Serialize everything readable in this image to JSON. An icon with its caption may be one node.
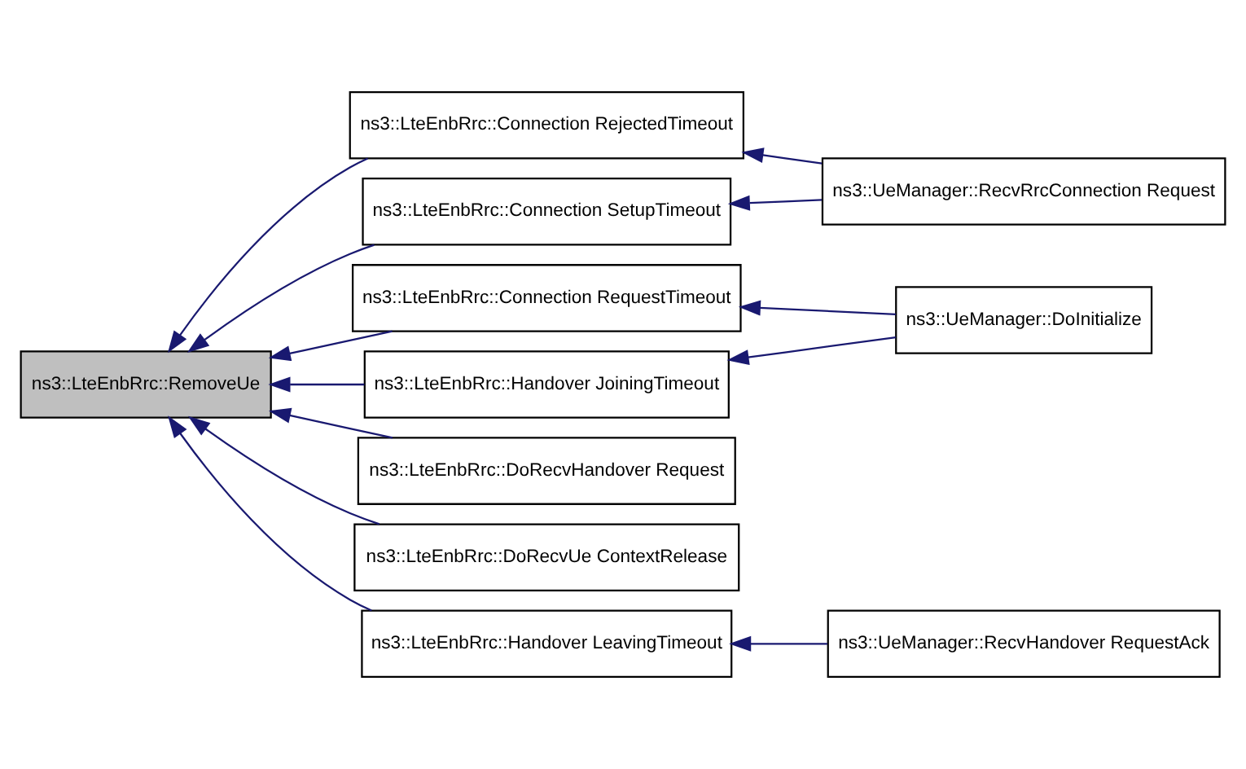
{
  "diagram": {
    "nodes": [
      {
        "text": [
          "ns3::LteEnbRrc::RemoveUe"
        ]
      },
      {
        "text": [
          "ns3::LteEnbRrc::Connection RejectedTimeout"
        ]
      },
      {
        "text": [
          "ns3::LteEnbRrc::Connection SetupTimeout"
        ]
      },
      {
        "text": [
          "ns3::LteEnbRrc::Connection RequestTimeout"
        ]
      },
      {
        "text": [
          "ns3::LteEnbRrc::DoRecvHandover Request"
        ]
      },
      {
        "text": [
          "ns3::LteEnbRrc::DoRecvUe ContextRelease"
        ]
      },
      {
        "text": [
          "ns3::LteEnbRrc::Handover JoiningTimeout"
        ]
      },
      {
        "text": [
          "ns3::LteEnbRrc::Handover LeavingTimeout"
        ]
      },
      {
        "text": [
          "ns3::UeManager::RecvRrcConnection Request"
        ]
      },
      {
        "text": [
          "ns3::UeManager::DoInitialize"
        ]
      },
      {
        "text": [
          "ns3::UeManager::RecvHandover RequestAck"
        ]
      }
    ],
    "edges": [
      {
        "from": 1,
        "to": 0,
        "arrow": "to"
      },
      {
        "from": 2,
        "to": 0,
        "arrow": "to"
      },
      {
        "from": 3,
        "to": 0,
        "arrow": "to"
      },
      {
        "from": 4,
        "to": 0,
        "arrow": "to"
      },
      {
        "from": 5,
        "to": 0,
        "arrow": "to"
      },
      {
        "from": 6,
        "to": 0,
        "arrow": "to"
      },
      {
        "from": 7,
        "to": 0,
        "arrow": "to"
      },
      {
        "from": 8,
        "to": 1,
        "arrow": "to"
      },
      {
        "from": 8,
        "to": 2,
        "arrow": "to"
      },
      {
        "from": 9,
        "to": 3,
        "arrow": "to"
      },
      {
        "from": 9,
        "to": 6,
        "arrow": "to"
      },
      {
        "from": 10,
        "to": 7,
        "arrow": "to"
      }
    ]
  }
}
